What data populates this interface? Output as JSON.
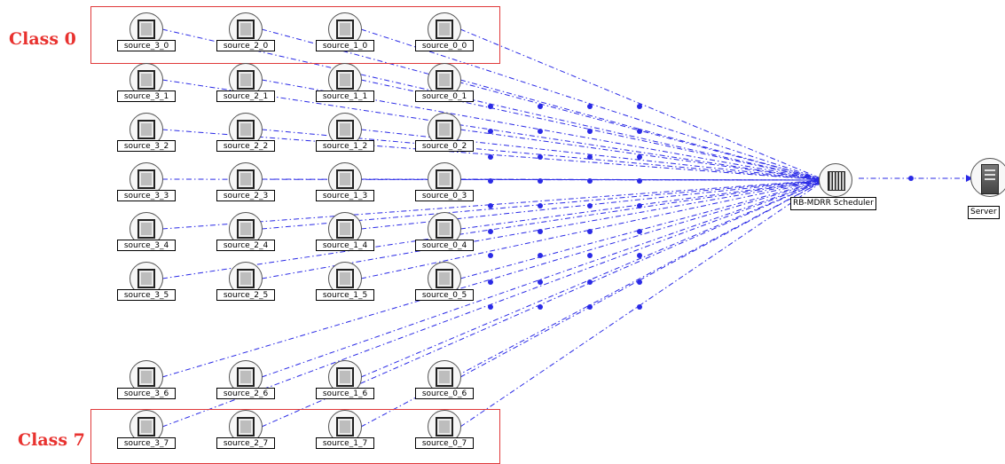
{
  "class_labels": {
    "top": "Class 0",
    "bottom": "Class 7"
  },
  "sources": [
    [
      "source_3_0",
      "source_2_0",
      "source_1_0",
      "source_0_0"
    ],
    [
      "source_3_1",
      "source_2_1",
      "source_1_1",
      "source_0_1"
    ],
    [
      "source_3_2",
      "source_2_2",
      "source_1_2",
      "source_0_2"
    ],
    [
      "source_3_3",
      "source_2_3",
      "source_1_3",
      "source_0_3"
    ],
    [
      "source_3_4",
      "source_2_4",
      "source_1_4",
      "source_0_4"
    ],
    [
      "source_3_5",
      "source_2_5",
      "source_1_5",
      "source_0_5"
    ],
    [
      "source_3_6",
      "source_2_6",
      "source_1_6",
      "source_0_6"
    ],
    [
      "source_3_7",
      "source_2_7",
      "source_1_7",
      "source_0_7"
    ]
  ],
  "scheduler": {
    "label": "RB-MDRR Scheduler",
    "icon": "queue-icon"
  },
  "server": {
    "label": "Server",
    "icon": "server-tower-icon"
  },
  "colors": {
    "link": "#2a2ae6",
    "class_box": "#e0393a",
    "class_text": "#e8322f"
  }
}
